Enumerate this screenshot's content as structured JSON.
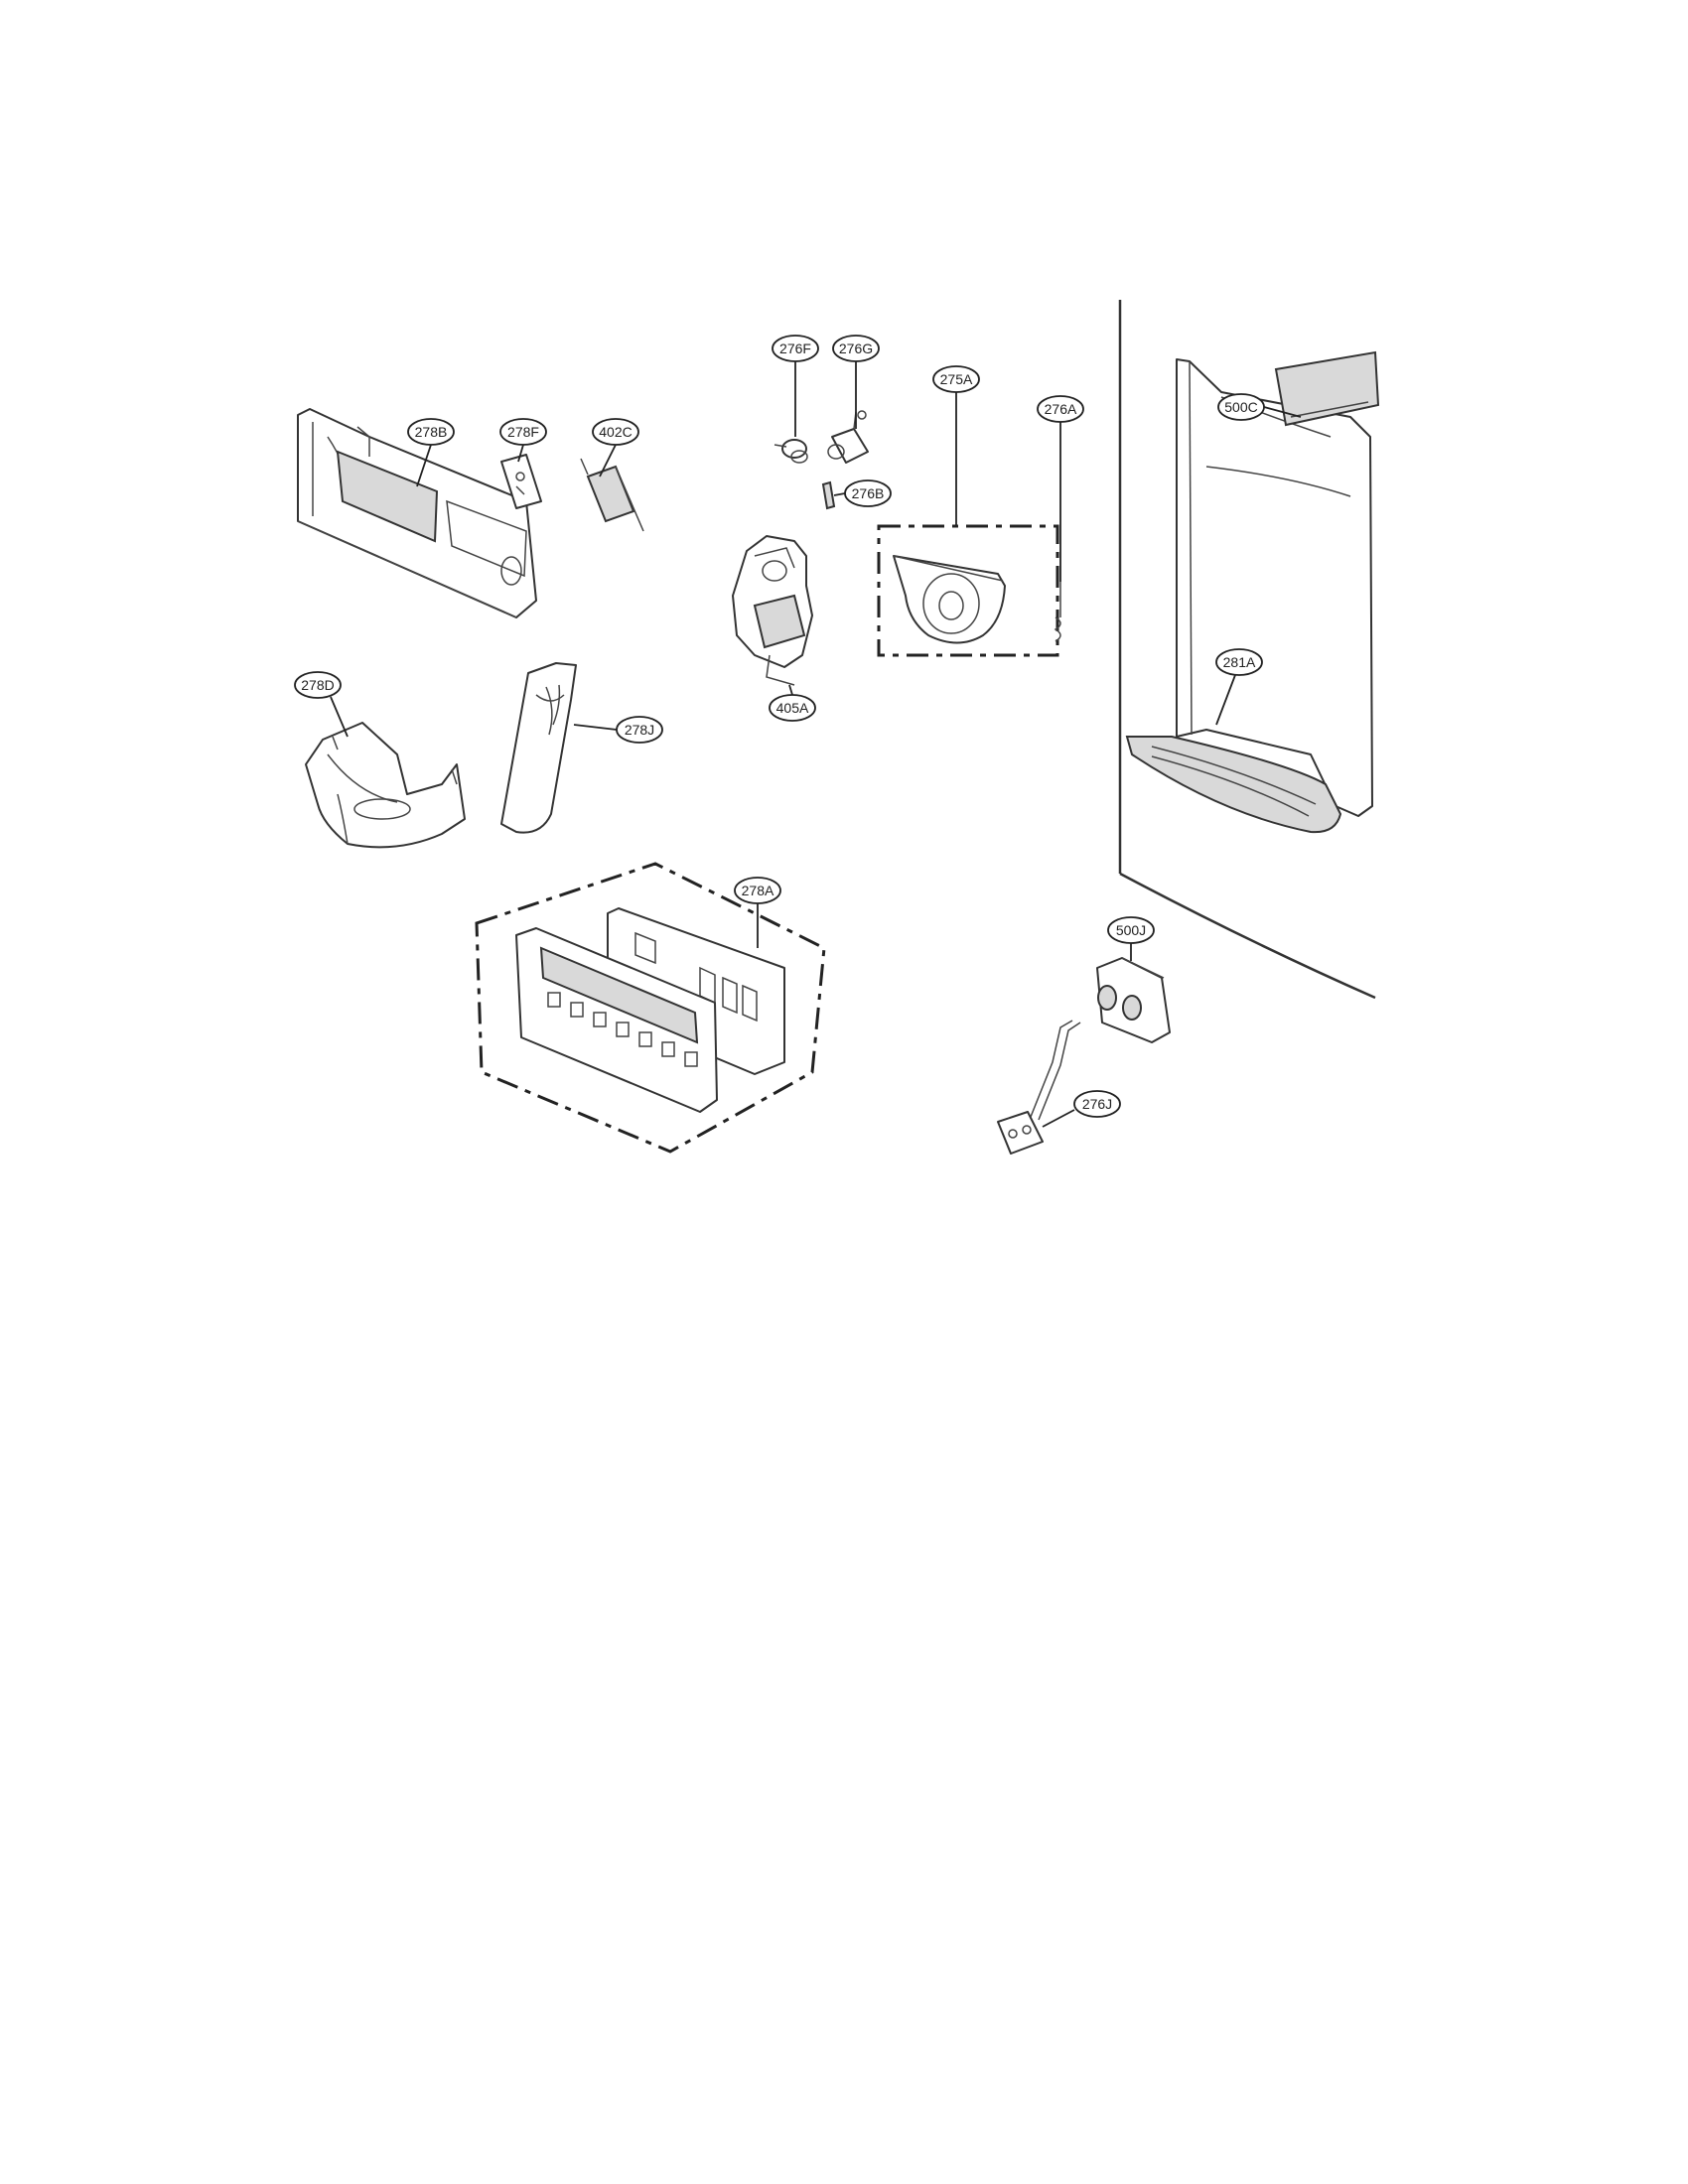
{
  "callouts": {
    "c278B": "278B",
    "c278F": "278F",
    "c402C": "402C",
    "c278D": "278D",
    "c278J": "278J",
    "c276F": "276F",
    "c276G": "276G",
    "c276B": "276B",
    "c275A": "275A",
    "c276A": "276A",
    "c405A": "405A",
    "c278A": "278A",
    "c500C": "500C",
    "c281A": "281A",
    "c500J": "500J",
    "c276J": "276J"
  }
}
